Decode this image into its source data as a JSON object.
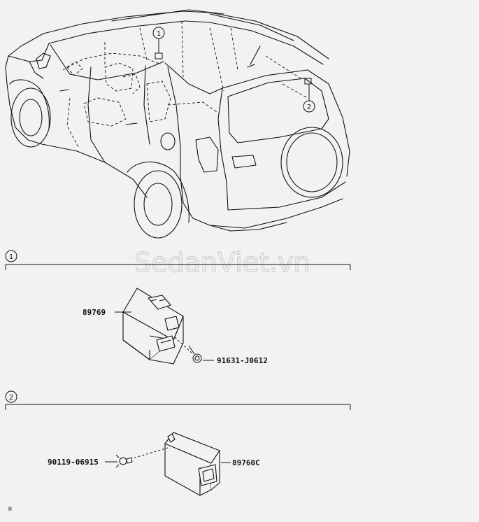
{
  "watermark": "SedanViet.vn",
  "callouts": {
    "one": "1",
    "two": "2"
  },
  "sections": [
    {
      "marker": "1",
      "parts": [
        {
          "part_number": "89769"
        },
        {
          "part_number": "91631-J0612"
        }
      ]
    },
    {
      "marker": "2",
      "parts": [
        {
          "part_number": "90119-06915"
        },
        {
          "part_number": "89760C"
        }
      ]
    }
  ],
  "page_code": "H"
}
